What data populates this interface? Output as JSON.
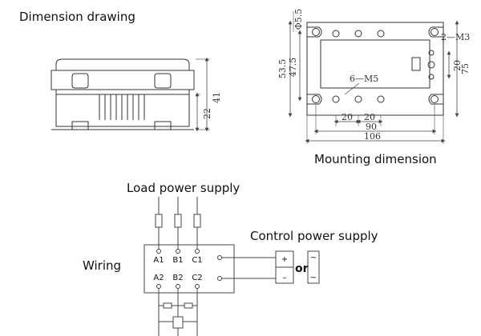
{
  "headings": {
    "dimension_drawing": "Dimension drawing",
    "mounting_dimension": "Mounting dimension",
    "load_power_supply": "Load power supply",
    "control_power_supply": "Control power supply",
    "wiring": "Wiring"
  },
  "side_view_dims": {
    "height_total": "41",
    "height_base": "22"
  },
  "mounting_dims": {
    "hole_dia": "Φ5.5",
    "screw_2m3": "2—M3",
    "screw_6m5": "6—M5",
    "height_outer": "53.5",
    "height_inner": "47.5",
    "height_right": "75",
    "small_right": "20",
    "pitch_left": "20",
    "pitch_right": "20",
    "width_holes": "90",
    "width_total": "106"
  },
  "wiring_labels": {
    "terminals_top": [
      "A1",
      "B1",
      "C1"
    ],
    "terminals_bottom": [
      "A2",
      "B2",
      "C2"
    ],
    "plus": "+",
    "minus": "–",
    "or": "or",
    "ac_top": "~",
    "ac_bottom": "~"
  }
}
